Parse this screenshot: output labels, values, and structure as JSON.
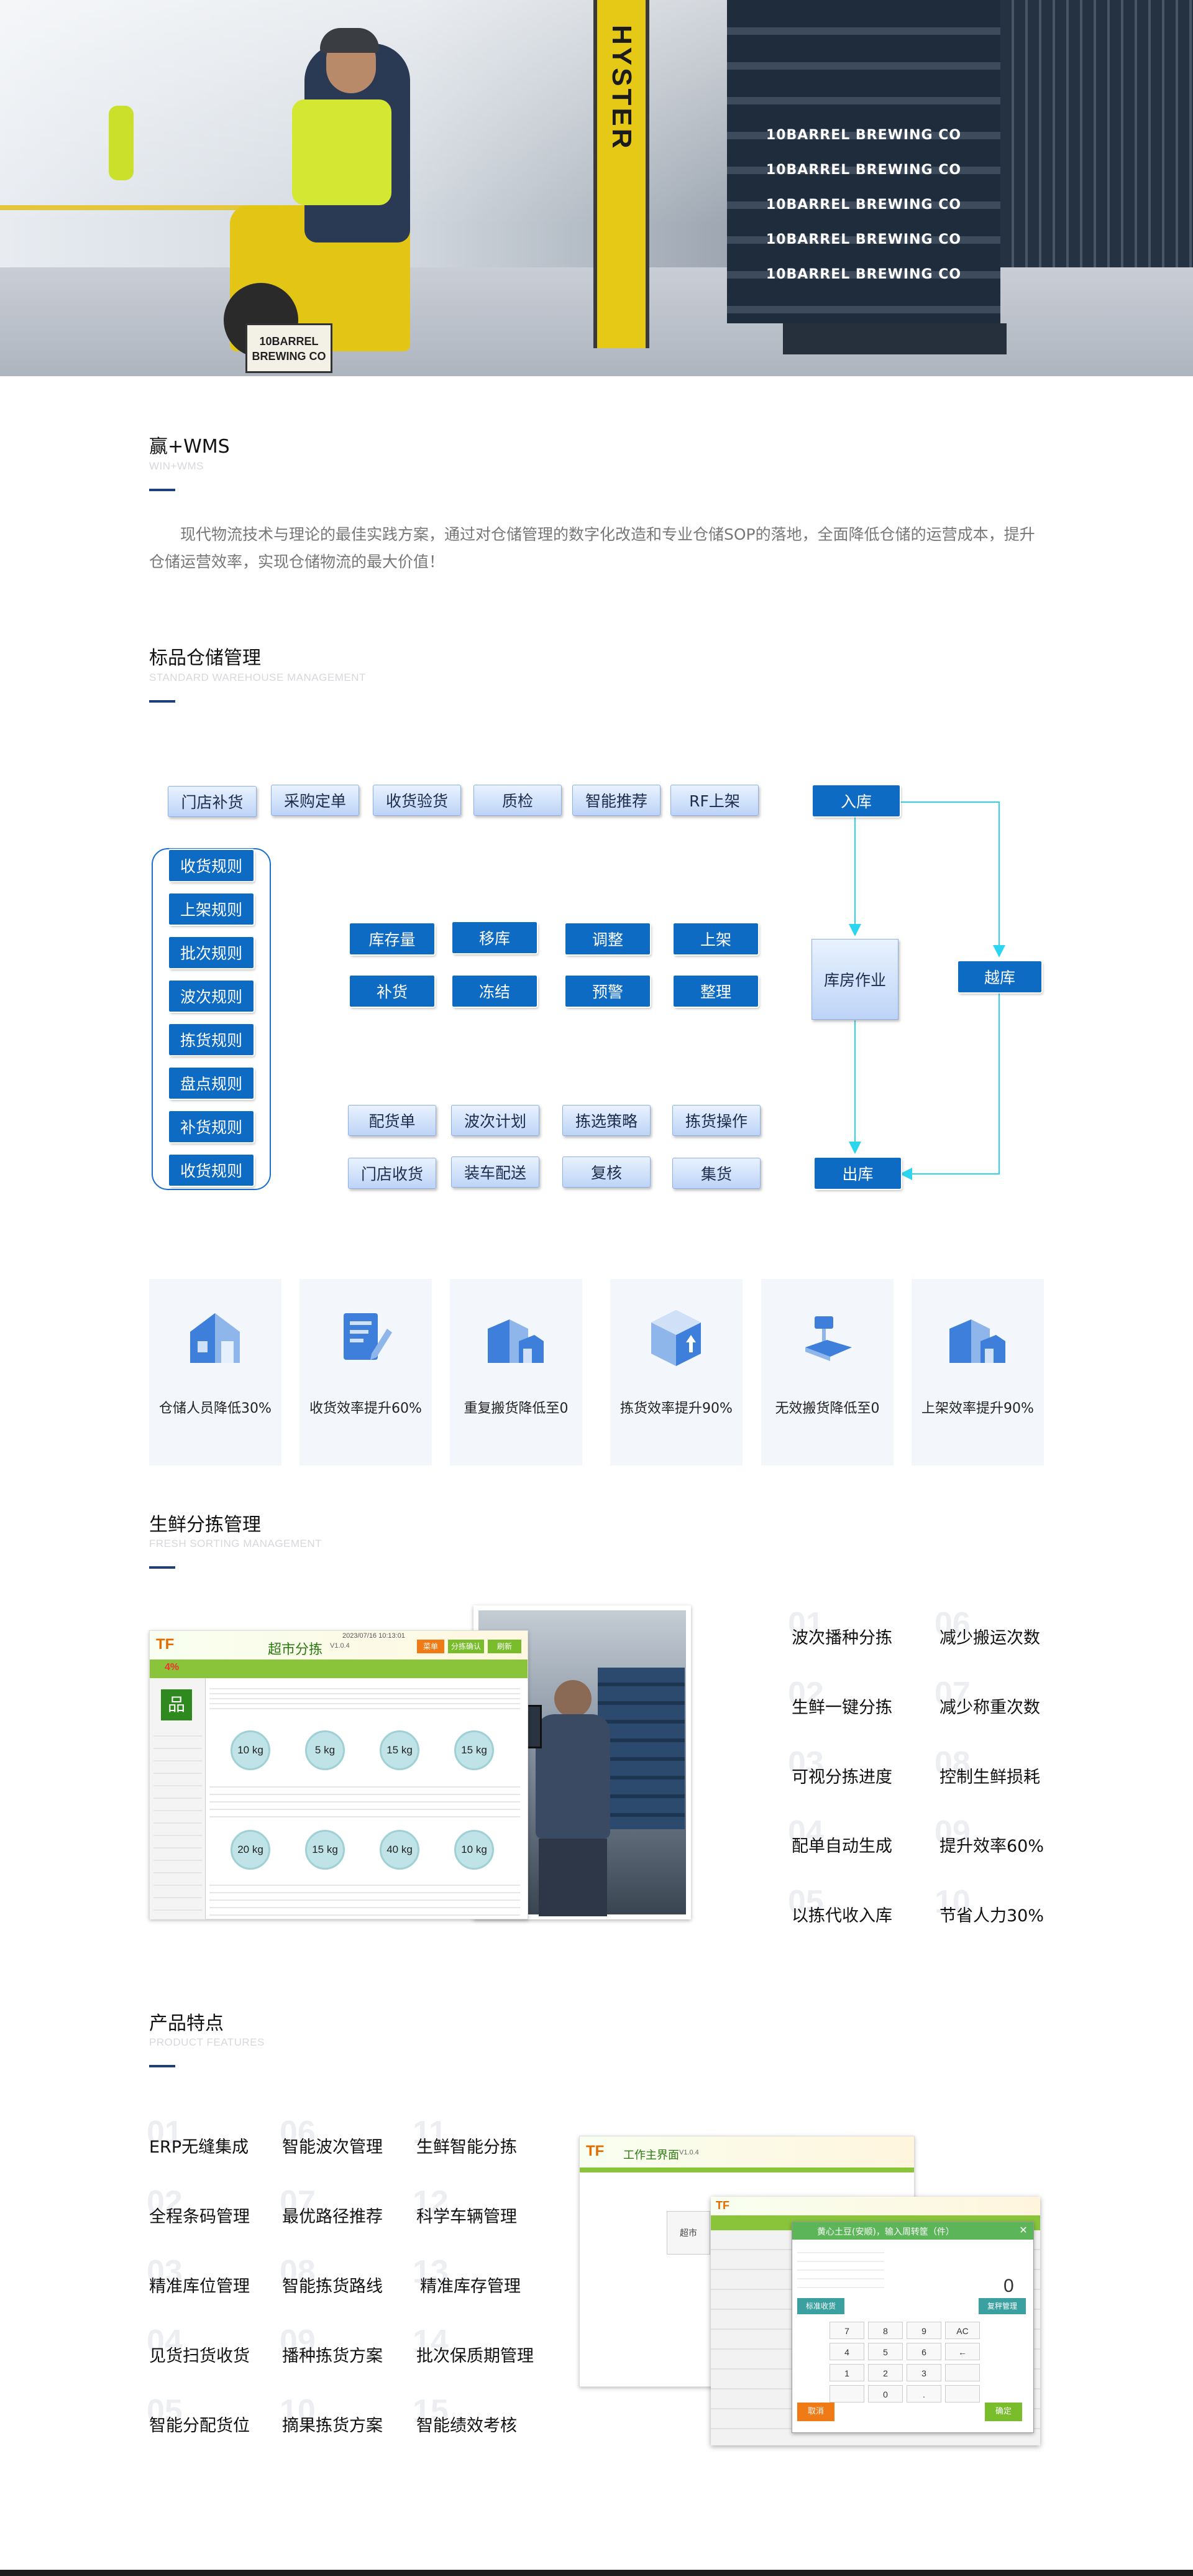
{
  "hero": {
    "pallet_lines": [
      "10BARREL BREWING CO",
      "10BARREL BREWING CO",
      "10BARREL BREWING CO",
      "10BARREL BREWING CO",
      "10BARREL BREWING CO"
    ],
    "forklift_plate": "10BARREL BREWING CO",
    "mast_text": "HYSTER"
  },
  "intro": {
    "title": "赢+WMS",
    "subtitle": "WIN+WMS",
    "text": "现代物流技术与理论的最佳实践方案，通过对仓储管理的数字化改造和专业仓储SOP的落地，全面降低仓储的运营成本，提升仓储运营效率，实现仓储物流的最大价值！"
  },
  "standard": {
    "title": "标品仓储管理",
    "subtitle": "STANDARD WAREHOUSE MANAGEMENT",
    "top_row": [
      "门店补货",
      "采购定单",
      "收货验货",
      "质检",
      "智能推荐",
      "RF上架"
    ],
    "rules": [
      "收货规则",
      "上架规则",
      "批次规则",
      "波次规则",
      "拣货规则",
      "盘点规则",
      "补货规则",
      "收货规则"
    ],
    "ops_row1": [
      "库存量",
      "移库",
      "调整",
      "上架"
    ],
    "ops_row2": [
      "补货",
      "冻结",
      "预警",
      "整理"
    ],
    "pick_row1": [
      "配货单",
      "波次计划",
      "拣选策略",
      "拣货操作"
    ],
    "pick_row2": [
      "门店收货",
      "装车配送",
      "复核",
      "集货"
    ],
    "inbound": "入库",
    "warehouse_op": "库房作业",
    "cross_dock": "越库",
    "outbound": "出库",
    "colors": {
      "primary_blue": "#0d6bc4",
      "arrow_cyan": "#2bd5f0",
      "title_bar": "#1d3f7a"
    }
  },
  "benefits": [
    {
      "label": "仓储人员降低30%",
      "icon": "warehouse-icon"
    },
    {
      "label": "收货效率提升60%",
      "icon": "clipboard-pen-icon"
    },
    {
      "label": "重复搬货降低至0",
      "icon": "factory-icon"
    },
    {
      "label": "拣货效率提升90%",
      "icon": "box-upload-icon"
    },
    {
      "label": "无效搬货降低至0",
      "icon": "scale-icon"
    },
    {
      "label": "上架效率提升90%",
      "icon": "factory-icon"
    }
  ],
  "fresh": {
    "title": "生鲜分拣管理",
    "subtitle": "FRESH SORTING MANAGEMENT",
    "features": [
      {
        "num": "01",
        "text": "波次播种分拣"
      },
      {
        "num": "06",
        "text": "减少搬运次数"
      },
      {
        "num": "02",
        "text": "生鲜一键分拣"
      },
      {
        "num": "07",
        "text": "减少称重次数"
      },
      {
        "num": "03",
        "text": "可视分拣进度"
      },
      {
        "num": "08",
        "text": "控制生鲜损耗"
      },
      {
        "num": "04",
        "text": "配单自动生成"
      },
      {
        "num": "09",
        "text": "提升效率60%"
      },
      {
        "num": "05",
        "text": "以拣代收入库"
      },
      {
        "num": "10",
        "text": "节省人力30%"
      }
    ],
    "shot": {
      "app_title": "超市分拣",
      "version": "V1.0.4",
      "date": "2023/07/16 10:13:01",
      "btn_orange": "菜单",
      "btn_green1": "分拣确认",
      "btn_green2": "刷新",
      "percent": "4%",
      "side_char": "品",
      "weights": [
        "10 kg",
        "5 kg",
        "15 kg",
        "15 kg",
        "20 kg",
        "15 kg",
        "40 kg",
        "10 kg"
      ]
    }
  },
  "product": {
    "title": "产品特点",
    "subtitle": "PRODUCT FEATURES",
    "features": [
      {
        "num": "01",
        "text": "ERP无缝集成"
      },
      {
        "num": "06",
        "text": "智能波次管理"
      },
      {
        "num": "11",
        "text": "生鲜智能分拣"
      },
      {
        "num": "02",
        "text": "全程条码管理"
      },
      {
        "num": "07",
        "text": "最优路径推荐"
      },
      {
        "num": "12",
        "text": "科学车辆管理"
      },
      {
        "num": "03",
        "text": "精准库位管理"
      },
      {
        "num": "08",
        "text": "智能拣货路线"
      },
      {
        "num": "13",
        "text": "精准库存管理"
      },
      {
        "num": "04",
        "text": "见货扫货收货"
      },
      {
        "num": "09",
        "text": "播种拣货方案"
      },
      {
        "num": "14",
        "text": "批次保质期管理"
      },
      {
        "num": "05",
        "text": "智能分配货位"
      },
      {
        "num": "10",
        "text": "摘果拣货方案"
      },
      {
        "num": "15",
        "text": "智能绩效考核"
      }
    ],
    "shot": {
      "window_title": "工作主界面",
      "version": "V1.0.4",
      "tile_label": "超市",
      "dialog_title": "黄心土豆(安顺)，输入周转筐（件）",
      "display_value": "0",
      "keys": [
        "7",
        "8",
        "9",
        "AC",
        "4",
        "5",
        "6",
        "←",
        "1",
        "2",
        "3",
        "",
        "",
        "0",
        ".",
        ""
      ],
      "btn_cancel": "取消",
      "btn_confirm": "确定",
      "btn_green_a": "标准收货",
      "btn_green_b": "复秤管理"
    }
  }
}
